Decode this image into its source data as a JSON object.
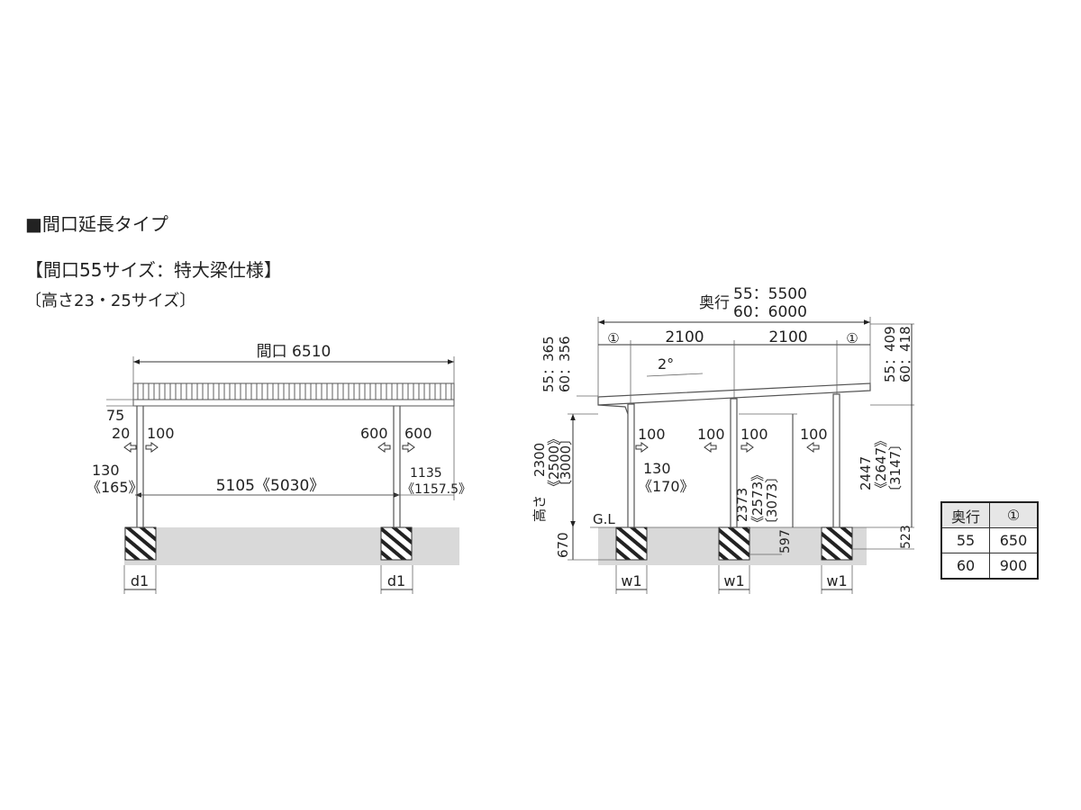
{
  "headings": {
    "type": "■間口延長タイプ",
    "size": "【間口55サイズ：特大梁仕様】",
    "height": "〔高さ23・25サイズ〕"
  },
  "front_view": {
    "width_label": "間口 6510",
    "dim_75": "75",
    "dim_20": "20",
    "dim_100": "100",
    "dim_600_left": "600",
    "dim_600_right": "600",
    "dim_130": "130",
    "dim_165": "《165》",
    "span": "5105《5030》",
    "dim_1135": "1135",
    "dim_1157": "《1157.5》",
    "foot_left": "d1",
    "foot_right": "d1"
  },
  "side_view": {
    "depth_label": "奥行",
    "depth_55": "55：5500",
    "depth_60": "60：6000",
    "circle_1": "①",
    "span_a": "2100",
    "span_b": "2100",
    "slope": "2°",
    "left_top_55": "55：365",
    "left_top_60": "60：356",
    "right_top_55": "55：409",
    "right_top_60": "60：418",
    "h_2300": "2300",
    "h_2500": "《2500》",
    "h_3000": "〔3000〕",
    "height_word": "高さ",
    "dim_100_a": "100",
    "dim_100_b": "100",
    "dim_100_c": "100",
    "dim_100_d": "100",
    "dim_130": "130",
    "dim_170": "《170》",
    "mid_2373": "2373",
    "mid_2573": "《2573》",
    "mid_3073": "〔3073〕",
    "right_2447": "2447",
    "right_2647": "《2647》",
    "right_3147": "〔3147〕",
    "gl": "G.L",
    "d_670": "670",
    "d_597": "597",
    "d_523": "523",
    "foot_w1": "w1"
  },
  "spec_table": {
    "head_depth": "奥行",
    "head_circle": "①",
    "rows": [
      {
        "depth": "55",
        "value": "650"
      },
      {
        "depth": "60",
        "value": "900"
      }
    ]
  }
}
